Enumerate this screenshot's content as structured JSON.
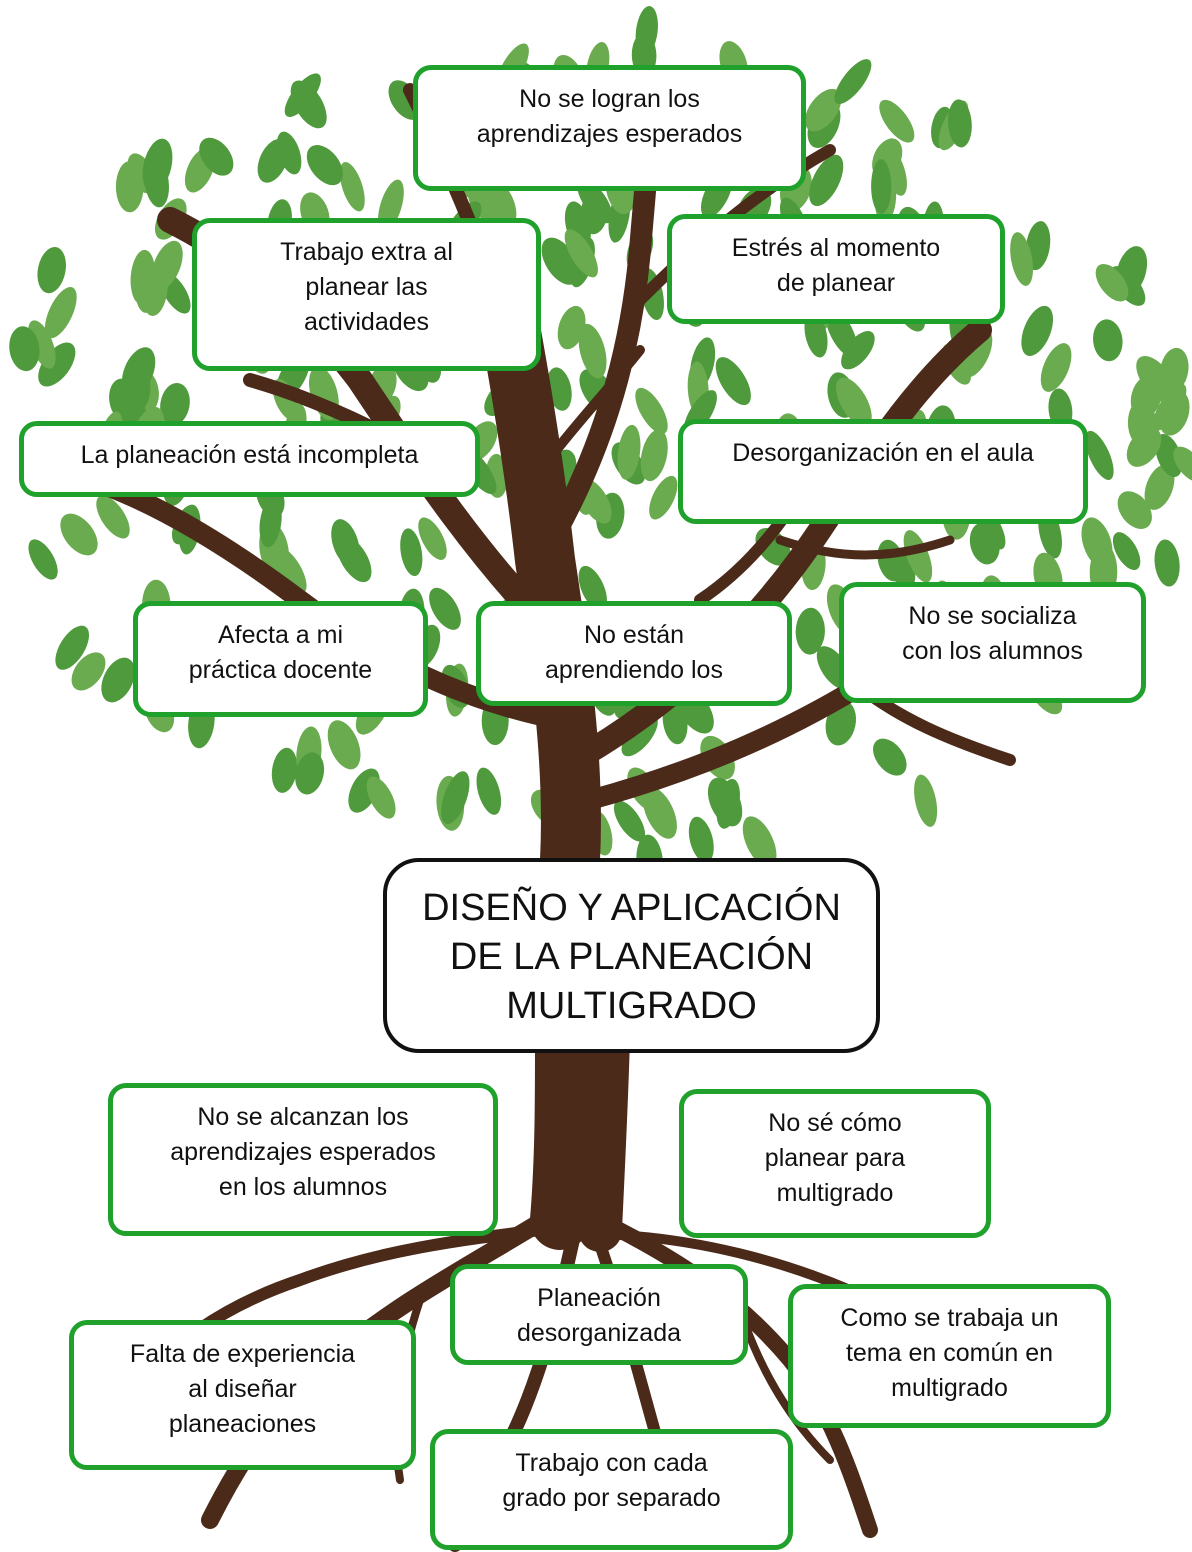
{
  "colors": {
    "leaf": "#6aab4f",
    "leaf_dark": "#4f9a3c",
    "trunk": "#4b2a1a",
    "box_border": "#1fa12c",
    "center_border": "#111111"
  },
  "center": {
    "lines": [
      "DISEÑO Y APLICACIÓN",
      "DE LA PLANEACIÓN",
      "MULTIGRADO"
    ]
  },
  "effects": [
    {
      "id": "effect-1",
      "lines": [
        "No se logran los",
        "aprendizajes esperados"
      ]
    },
    {
      "id": "effect-2",
      "lines": [
        "Trabajo extra al",
        "planear las",
        "actividades"
      ]
    },
    {
      "id": "effect-3",
      "lines": [
        "Estrés al momento",
        "de planear"
      ]
    },
    {
      "id": "effect-4",
      "lines": [
        "La planeación está incompleta"
      ]
    },
    {
      "id": "effect-5",
      "lines": [
        "Desorganización en el aula"
      ]
    },
    {
      "id": "effect-6",
      "lines": [
        "Afecta a mi",
        "práctica docente"
      ]
    },
    {
      "id": "effect-7",
      "lines": [
        "No están",
        "aprendiendo los"
      ]
    },
    {
      "id": "effect-8",
      "lines": [
        "No se socializa",
        "con los alumnos"
      ]
    }
  ],
  "causes": [
    {
      "id": "cause-1",
      "lines": [
        "No se alcanzan los",
        "aprendizajes esperados",
        "en los alumnos"
      ]
    },
    {
      "id": "cause-2",
      "lines": [
        "No sé cómo",
        "planear para",
        "multigrado"
      ]
    },
    {
      "id": "cause-3",
      "lines": [
        "Planeación",
        "desorganizada"
      ]
    },
    {
      "id": "cause-4",
      "lines": [
        "Como se trabaja un",
        "tema en común en",
        "multigrado"
      ]
    },
    {
      "id": "cause-5",
      "lines": [
        "Falta de experiencia",
        "al diseñar",
        "planeaciones"
      ]
    },
    {
      "id": "cause-6",
      "lines": [
        "Trabajo con cada",
        "grado por separado"
      ]
    }
  ]
}
